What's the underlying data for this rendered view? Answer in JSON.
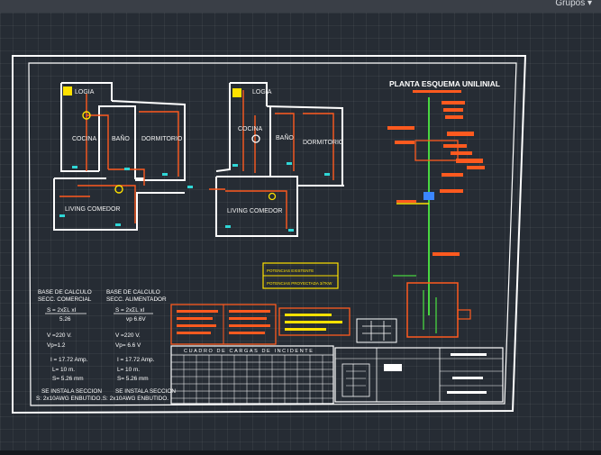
{
  "app": {
    "group_menu": "Grupos ▾"
  },
  "plan_left": {
    "rooms": {
      "logia": "LOGIA",
      "cocina": "COCINA",
      "bano": "BAÑO",
      "dormitorio": "DORMITORIO",
      "living": "LIVING COMEDOR"
    }
  },
  "plan_right": {
    "rooms": {
      "logia": "LOGIA",
      "cocina": "COCINA",
      "bano": "BAÑO",
      "dormitorio": "DORMITORIO",
      "living": "LIVING COMEDOR"
    }
  },
  "diagram": {
    "title": "PLANTA ESQUEMA UNILINIAL"
  },
  "power_box": {
    "line1": "POTENCIAS EXISTENTE",
    "line2": "POTENCIAS PROYECTADA 3/7KW"
  },
  "calc_commercial": {
    "title1": "BASE DE CALCULO",
    "title2": "SECC. COMERCIAL",
    "formula": "S = 2xΣL xI",
    "denominator": "5.26",
    "voltage": "V =220 V.",
    "vp": "Vp=1.2",
    "current": "I = 17.72 Amp.",
    "length": "L= 10 m.",
    "section": "S= 5.26 mm",
    "install1": "SE INSTALA SECCION",
    "install2": "S: 2x10AWG ENBUTIDO"
  },
  "calc_feeder": {
    "title1": "BASE DE CALCULO",
    "title2": "SECC. ALIMENTADOR",
    "formula": "S = 2xΣL xI",
    "denominator": "vp 6.6V",
    "voltage": "V =220 V.",
    "vp": "Vp= 6.6 V",
    "current": "I = 17.72 Amp.",
    "length": "L= 10 m.",
    "section": "S= 5.26 mm",
    "install1": "SE INSTALA SECCION",
    "install2": ".S: 2x10AWG ENBUTIDO."
  },
  "load_table": {
    "title": "CUADRO DE CARGAS DE INCIDENTE"
  },
  "colors": {
    "wall": "#ffffff",
    "circuit": "#ff5a1f",
    "bus": "#49d641",
    "yellow": "#ffe100",
    "cyan": "#2fd6d6",
    "canvas": "#262c34"
  }
}
